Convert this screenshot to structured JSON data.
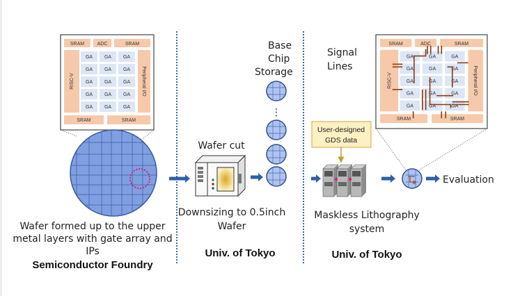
{
  "colors": {
    "wafer": "#6d8fd6",
    "wafer_stroke": "#2f4f8f",
    "block": "#f6c9aa",
    "ga": "#dce6f5",
    "arrow": "#2f5fa8",
    "wire": "#8b3a0f",
    "gds_box": "#fdf0c2",
    "gds_border": "#d6a53a",
    "marker": "#d81b7a"
  },
  "chip": {
    "top_blocks": [
      "SRAM",
      "ADC",
      "SRAM"
    ],
    "left_block": "RISC-V",
    "right_block": "Peripheral I/O",
    "bottom_blocks": [
      "SRAM",
      "SRAM"
    ],
    "cell_label": "GA"
  },
  "stage1": {
    "caption_lines": [
      "Wafer formed up to the upper",
      "metal layers with gate array and",
      "IPs"
    ],
    "org": "Semiconductor Foundry"
  },
  "stage2": {
    "machine_label": "Wafer cut",
    "storage_lines": [
      "Base",
      "Chip",
      "Storage"
    ],
    "ellipsis": "⋮",
    "caption_lines": [
      "Downsizing to 0.5inch",
      "Wafer"
    ],
    "org": "Univ. of Tokyo"
  },
  "stage3": {
    "signal_lines": [
      "Signal",
      "Lines"
    ],
    "gds_lines": [
      "User-designed",
      "GDS data"
    ],
    "caption_lines": [
      "Maskless Lithography",
      "system"
    ],
    "evaluation": "Evaluation",
    "org": "Univ. of Tokyo"
  }
}
